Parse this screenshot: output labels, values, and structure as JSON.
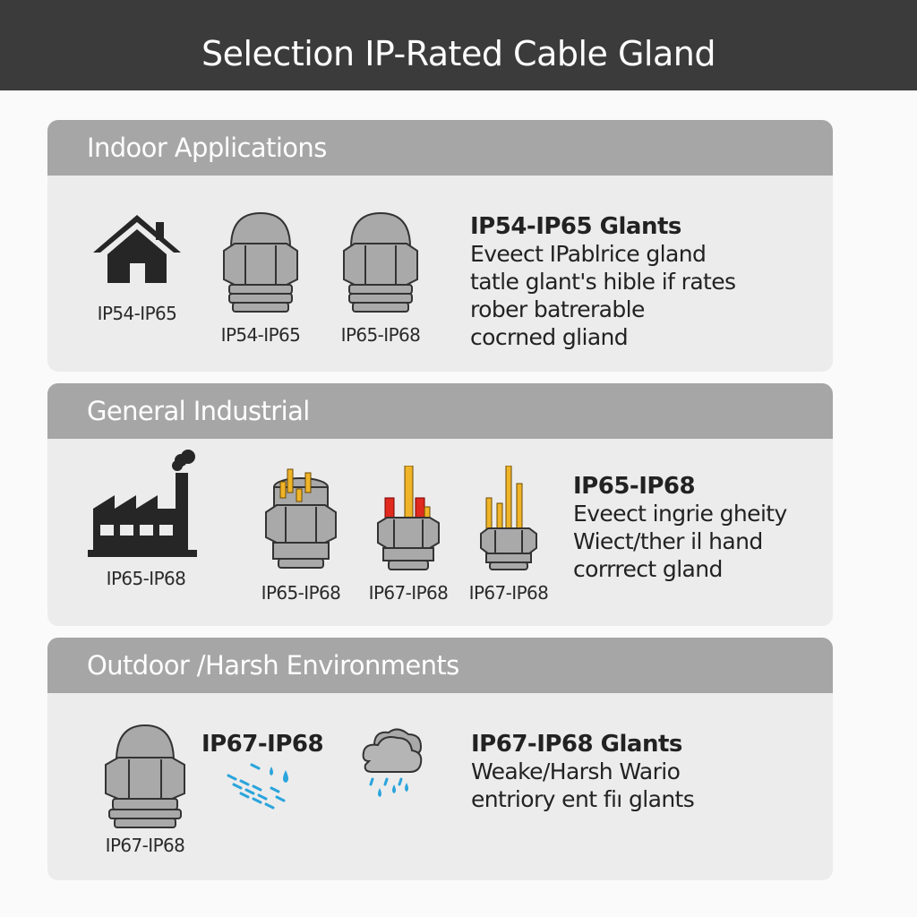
{
  "title": "Selection IP-Rated Cable Gland",
  "colors": {
    "title_bar": "#3b3b3b",
    "panel_header": "#a6a6a6",
    "panel_body": "#ececec",
    "gland_gray": "#a9a9a9",
    "pin_gold": "#f0b428",
    "pin_red": "#e02a1e",
    "water_blue": "#2aa4dc"
  },
  "sections": [
    {
      "header": "Indoor Applications",
      "items": [
        {
          "icon": "house-icon",
          "caption": "IP54-IP65"
        },
        {
          "icon": "dome-cable-gland-icon",
          "caption": "IP54-IP65"
        },
        {
          "icon": "dome-cable-gland-icon",
          "caption": "IP65-IP68"
        }
      ],
      "description": {
        "heading": "IP54-IP65 Glants",
        "lines": [
          "Eveect IPablrice gland",
          "tatle glant's hible if rates",
          "rober batrerable",
          "cocrned gliand"
        ]
      }
    },
    {
      "header": "General Industrial",
      "items": [
        {
          "icon": "factory-icon",
          "caption": "IP65-IP68"
        },
        {
          "icon": "connector-gland-gold-pins-icon",
          "caption": "IP65-IP68"
        },
        {
          "icon": "connector-gland-red-gold-wires-icon",
          "caption": "IP67-IP68"
        },
        {
          "icon": "connector-gland-tall-gold-pins-icon",
          "caption": "IP67-IP68"
        }
      ],
      "description": {
        "heading": "IP65-IP68",
        "lines": [
          "Eveect ingrie gheity",
          "Wiect/ther il hand",
          "corrrect gland"
        ]
      }
    },
    {
      "header": "Outdoor /Harsh Environments",
      "items": [
        {
          "icon": "dome-cable-gland-icon",
          "caption": "IP67-IP68"
        }
      ],
      "mid_label": "IP67-IP68",
      "weather_icons": [
        "water-spray-icon",
        "rain-cloud-icon"
      ],
      "description": {
        "heading": "IP67-IP68 Glants",
        "lines": [
          "Weake/Harsh Wario",
          "entriory ent fiı glants"
        ]
      }
    }
  ]
}
